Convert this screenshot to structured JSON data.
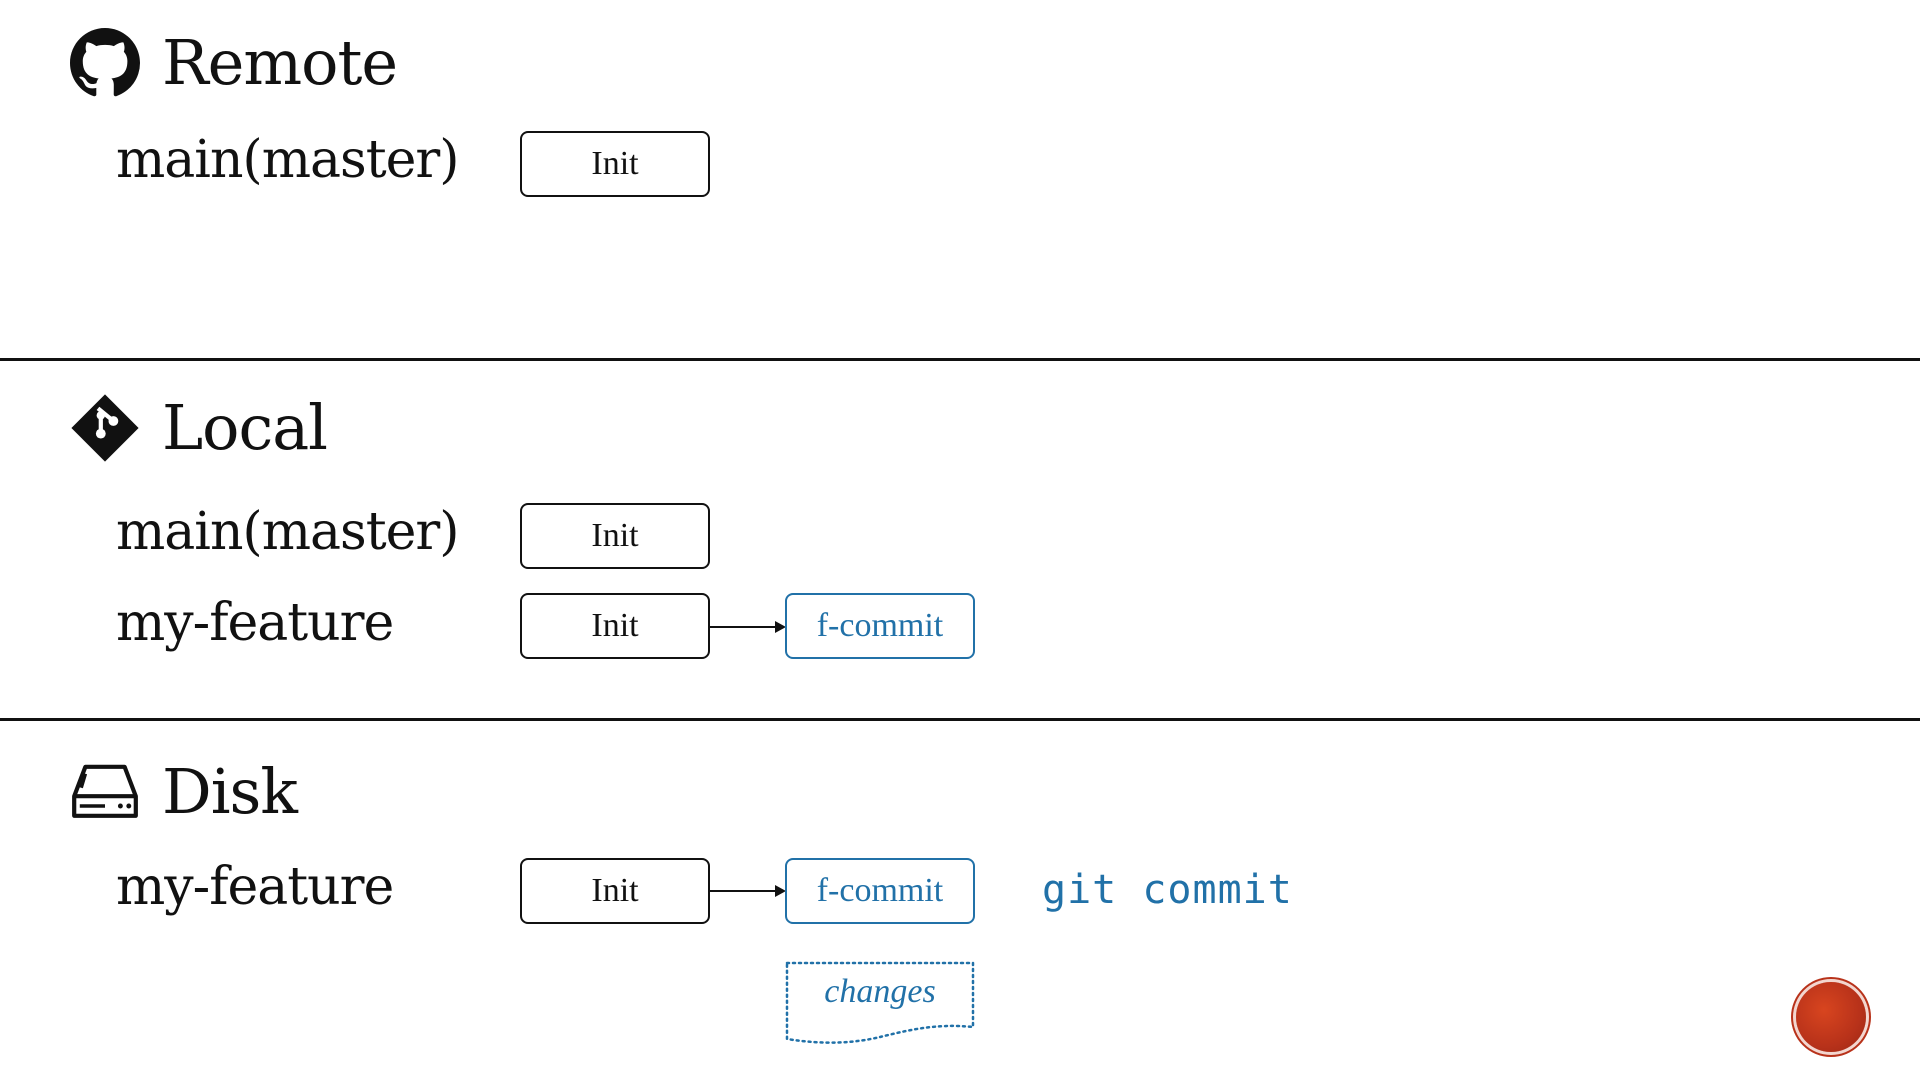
{
  "sections": {
    "remote": {
      "title": "Remote",
      "icon": "github-icon",
      "branches": [
        {
          "label": "main(master)",
          "commits": [
            "Init"
          ]
        }
      ]
    },
    "local": {
      "title": "Local",
      "icon": "git-icon",
      "branches": [
        {
          "label": "main(master)",
          "commits": [
            "Init"
          ]
        },
        {
          "label": "my-feature",
          "commits": [
            "Init",
            "f-commit"
          ]
        }
      ]
    },
    "disk": {
      "title": "Disk",
      "icon": "disk-drive-icon",
      "branches": [
        {
          "label": "my-feature",
          "commits": [
            "Init",
            "f-commit"
          ]
        }
      ],
      "command": "git commit",
      "changes_label": "changes"
    }
  },
  "colors": {
    "text": "#111111",
    "accent": "#2171a8",
    "record": "#b8321a"
  }
}
